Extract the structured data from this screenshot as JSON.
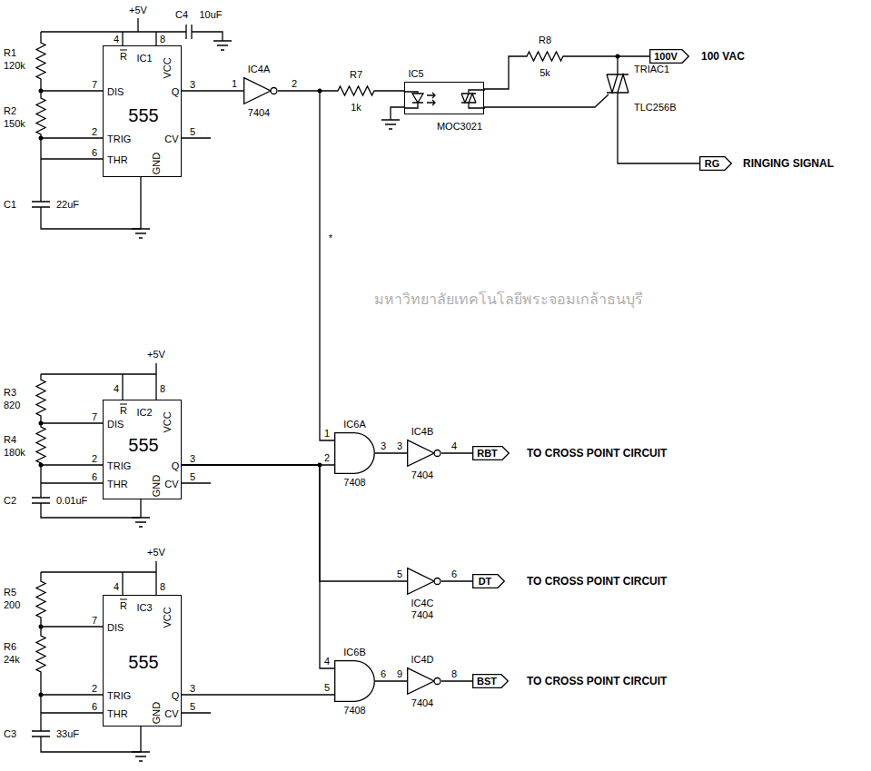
{
  "diagram": {
    "nodes": [
      {
        "text": [
          "IC1",
          "555",
          "R",
          "DIS",
          "TRIG",
          "THR",
          "VCC",
          "Q",
          "CV",
          "GND"
        ]
      },
      {
        "text": [
          "IC4A",
          "7404"
        ]
      },
      {
        "text": [
          "IC5",
          "MOC3021"
        ]
      },
      {
        "text": [
          "100V"
        ]
      },
      {
        "text": [
          "RG"
        ]
      },
      {
        "text": [
          "IC2",
          "555",
          "R",
          "DIS",
          "TRIG",
          "THR",
          "VCC",
          "Q",
          "CV",
          "GND"
        ]
      },
      {
        "text": [
          "IC6A",
          "7408"
        ]
      },
      {
        "text": [
          "IC4B",
          "7404"
        ]
      },
      {
        "text": [
          "RBT"
        ]
      },
      {
        "text": [
          "IC4C",
          "7404"
        ]
      },
      {
        "text": [
          "DT"
        ]
      },
      {
        "text": [
          "IC3",
          "555",
          "R",
          "DIS",
          "TRIG",
          "THR",
          "VCC",
          "Q",
          "CV",
          "GND"
        ]
      },
      {
        "text": [
          "IC6B",
          "7408"
        ]
      },
      {
        "text": [
          "IC4D",
          "7404"
        ]
      },
      {
        "text": [
          "BST"
        ]
      }
    ],
    "edges": [
      {
        "from": 0,
        "to": 1,
        "arrow": "none"
      },
      {
        "from": 1,
        "to": 6,
        "arrow": "none"
      },
      {
        "from": 5,
        "to": 6,
        "arrow": "none"
      },
      {
        "from": 6,
        "to": 7,
        "arrow": "none"
      },
      {
        "from": 7,
        "to": 8,
        "arrow": "none"
      },
      {
        "from": 5,
        "to": 9,
        "arrow": "none"
      },
      {
        "from": 9,
        "to": 10,
        "arrow": "none"
      },
      {
        "from": 5,
        "to": 12,
        "arrow": "none"
      },
      {
        "from": 11,
        "to": 12,
        "arrow": "none"
      },
      {
        "from": 12,
        "to": 13,
        "arrow": "none"
      },
      {
        "from": 13,
        "to": 14,
        "arrow": "none"
      }
    ],
    "labels": [
      "+5V",
      "C4",
      "10uF",
      "R1",
      "120k",
      "R2",
      "150k",
      "C1",
      "22uF",
      "4",
      "8",
      "7",
      "2",
      "6",
      "3",
      "5",
      "1",
      "2",
      "R7",
      "1k",
      "R8",
      "5k",
      "TRIAC1",
      "TLC256B",
      "100 VAC",
      "RINGING SIGNAL",
      "*",
      "+5V",
      "R3",
      "820",
      "R4",
      "180k",
      "C2",
      "0.01uF",
      "4",
      "8",
      "7",
      "2",
      "6",
      "3",
      "5",
      "1",
      "2",
      "3",
      "3",
      "4",
      "TO CROSS POINT CIRCUIT",
      "5",
      "6",
      "TO CROSS POINT CIRCUIT",
      "+5V",
      "R5",
      "200",
      "R6",
      "24k",
      "C3",
      "33uF",
      "4",
      "8",
      "7",
      "2",
      "6",
      "3",
      "5",
      "4",
      "5",
      "6",
      "9",
      "8",
      "TO CROSS POINT CIRCUIT",
      "มหาวิทยาลัยเทคโนโลยีพระจอมเกล้าธนบุรี"
    ]
  }
}
